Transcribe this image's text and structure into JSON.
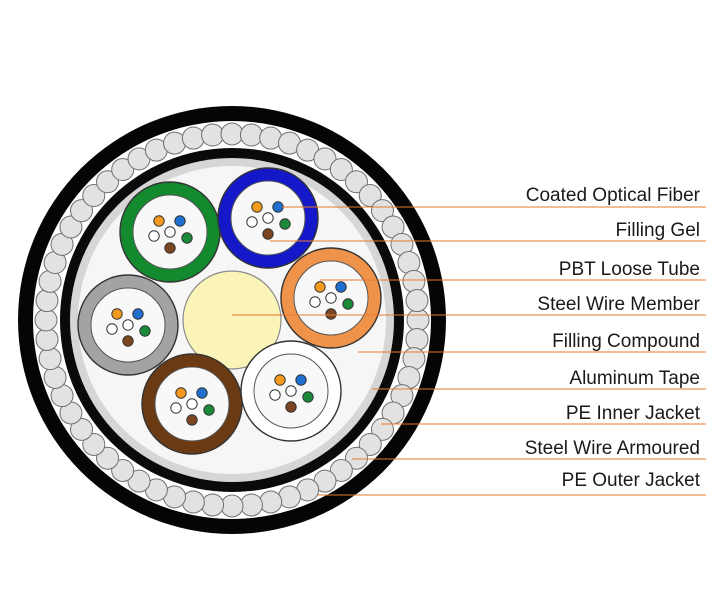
{
  "colors": {
    "outer_jacket": "#050505",
    "armour_wire_fill": "#e2e2e2",
    "armour_wire_stroke": "#6f6f6f",
    "inner_jacket": "#0a0a0a",
    "aluminum_tape": "#d6d6d6",
    "filling_compound": "#f6f6f6",
    "central_member": "#fbf4b8",
    "gel": "#f8f8f8",
    "leader_line": "#e8792e",
    "label_text": "#1a1a1a"
  },
  "loose_tubes": [
    {
      "name": "green-tube",
      "color": "#148a2e"
    },
    {
      "name": "blue-tube",
      "color": "#1418c8"
    },
    {
      "name": "orange-tube",
      "color": "#f0934a"
    },
    {
      "name": "white-tube",
      "color": "#ffffff"
    },
    {
      "name": "brown-tube",
      "color": "#6b3a13"
    },
    {
      "name": "grey-tube",
      "color": "#a3a3a3"
    }
  ],
  "fiber_colors": [
    "#f39a1e",
    "#1f6fd1",
    "#ffffff",
    "#ffffff",
    "#1a8a3a",
    "#7a4520"
  ],
  "labels": [
    {
      "id": "coated-optical-fiber",
      "text": "Coated Optical Fiber"
    },
    {
      "id": "filling-gel",
      "text": "Filling Gel"
    },
    {
      "id": "pbt-loose-tube",
      "text": "PBT Loose Tube"
    },
    {
      "id": "steel-wire-member",
      "text": "Steel Wire Member"
    },
    {
      "id": "filling-compound",
      "text": "Filling Compound"
    },
    {
      "id": "aluminum-tape",
      "text": "Aluminum Tape"
    },
    {
      "id": "pe-inner-jacket",
      "text": "PE Inner Jacket"
    },
    {
      "id": "steel-wire-armoured",
      "text": "Steel Wire Armoured"
    },
    {
      "id": "pe-outer-jacket",
      "text": "PE Outer Jacket"
    }
  ]
}
